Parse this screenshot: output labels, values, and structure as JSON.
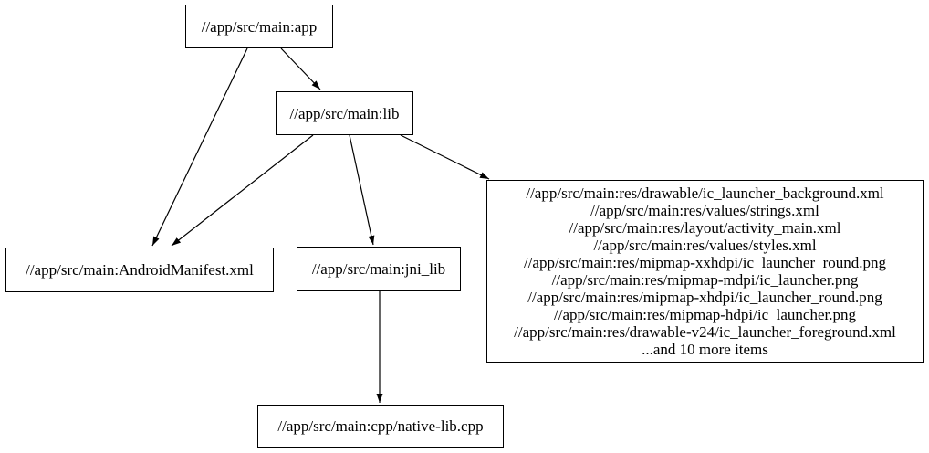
{
  "graph": {
    "background_color": "#ffffff",
    "node_border_color": "#000000",
    "edge_color": "#000000",
    "text_color": "#000000",
    "nodes": {
      "app": {
        "label": "//app/src/main:app"
      },
      "lib": {
        "label": "//app/src/main:lib"
      },
      "android_manifest": {
        "label": "//app/src/main:AndroidManifest.xml"
      },
      "jni_lib": {
        "label": "//app/src/main:jni_lib"
      },
      "res_group": {
        "lines": [
          "//app/src/main:res/drawable/ic_launcher_background.xml",
          "//app/src/main:res/values/strings.xml",
          "//app/src/main:res/layout/activity_main.xml",
          "//app/src/main:res/values/styles.xml",
          "//app/src/main:res/mipmap-xxhdpi/ic_launcher_round.png",
          "//app/src/main:res/mipmap-mdpi/ic_launcher.png",
          "//app/src/main:res/mipmap-xhdpi/ic_launcher_round.png",
          "//app/src/main:res/mipmap-hdpi/ic_launcher.png",
          "//app/src/main:res/drawable-v24/ic_launcher_foreground.xml",
          "...and 10 more items"
        ]
      },
      "native_lib": {
        "label": "//app/src/main:cpp/native-lib.cpp"
      }
    },
    "edges": [
      {
        "from": "//app/src/main:app",
        "to": "//app/src/main:AndroidManifest.xml"
      },
      {
        "from": "//app/src/main:app",
        "to": "//app/src/main:lib"
      },
      {
        "from": "//app/src/main:lib",
        "to": "//app/src/main:AndroidManifest.xml"
      },
      {
        "from": "//app/src/main:lib",
        "to": "//app/src/main:jni_lib"
      },
      {
        "from": "//app/src/main:lib",
        "to": "res_group"
      },
      {
        "from": "//app/src/main:jni_lib",
        "to": "//app/src/main:cpp/native-lib.cpp"
      }
    ]
  }
}
